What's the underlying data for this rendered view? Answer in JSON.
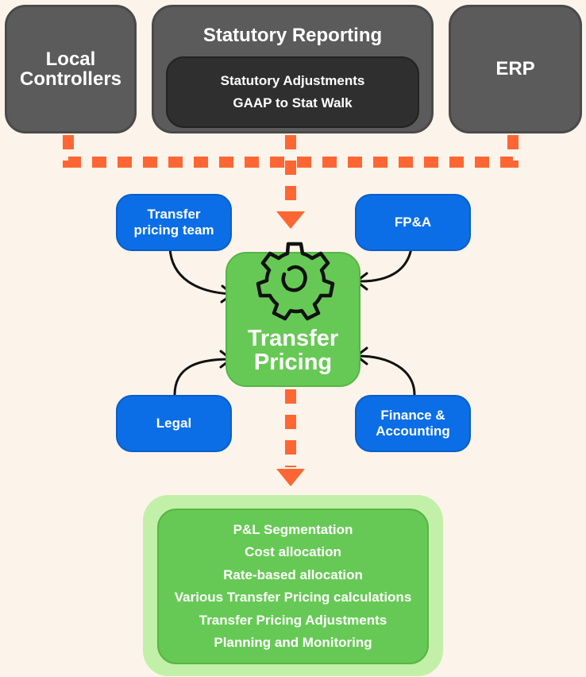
{
  "top": {
    "local_controllers": {
      "line1": "Local",
      "line2": "Controllers"
    },
    "statutory_reporting": {
      "title": "Statutory Reporting",
      "items": [
        "Statutory Adjustments",
        "GAAP to Stat Walk"
      ]
    },
    "erp": "ERP"
  },
  "stakeholders": {
    "transfer_pricing_team": {
      "line1": "Transfer",
      "line2": "pricing team"
    },
    "fpa": "FP&A",
    "legal": "Legal",
    "finance_accounting": {
      "line1": "Finance &",
      "line2": "Accounting"
    }
  },
  "center": {
    "line1": "Transfer",
    "line2": "Pricing",
    "icon": "gear-icon"
  },
  "outputs": [
    "P&L Segmentation",
    "Cost allocation",
    "Rate-based allocation",
    "Various Transfer Pricing calculations",
    "Transfer Pricing Adjustments",
    "Planning and Monitoring"
  ],
  "colors": {
    "background": "#fcf4ea",
    "gray_box": "#5b5b5b",
    "dark_inner": "#2f2f2f",
    "blue": "#0b6ee6",
    "green": "#67c955",
    "light_green": "#c3f0a8",
    "orange_connector": "#ff6633"
  }
}
